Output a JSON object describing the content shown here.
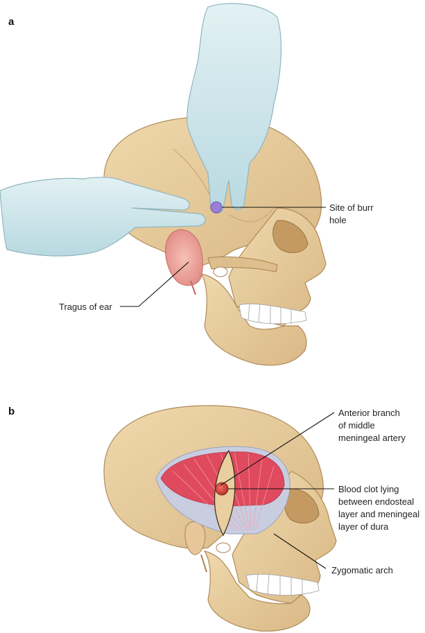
{
  "panel_a": {
    "letter": "a",
    "burr_hole_label_line1": "Site of burr",
    "burr_hole_label_line2": "hole",
    "tragus_label": "Tragus of ear"
  },
  "panel_b": {
    "letter": "b",
    "artery_label_line1": "Anterior branch",
    "artery_label_line2": "of middle",
    "artery_label_line3": "meningeal artery",
    "clot_label_line1": "Blood clot lying",
    "clot_label_line2": "between endosteal",
    "clot_label_line3": "layer and meningeal",
    "clot_label_line4": "layer of dura",
    "zygomatic_label": "Zygomatic arch"
  },
  "colors": {
    "bone": "#e8cfa0",
    "bone_shadow": "#c9a574",
    "glove": "#cfe7ec",
    "glove_shadow": "#9cc3cc",
    "ear": "#f0a6a0",
    "muscle": "#e04a5e",
    "tendon": "#c8cde0",
    "burr_marker": "#9b7fd6",
    "clot": "#d9433f"
  }
}
